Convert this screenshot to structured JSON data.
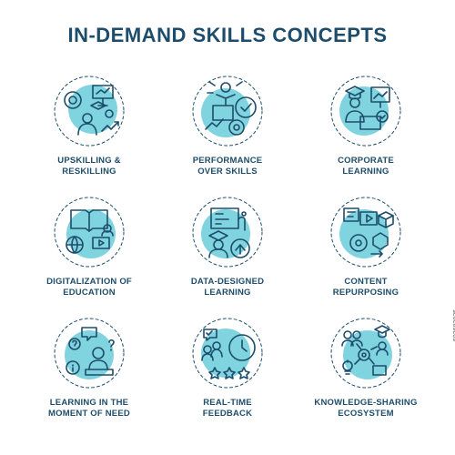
{
  "title": "IN-DEMAND SKILLS CONCEPTS",
  "stock_id": "503682825",
  "colors": {
    "accent": "#7fd4e0",
    "stroke": "#1d4d6a"
  },
  "icons": [
    {
      "name": "upskilling-reskilling-icon",
      "line1": "UPSKILLING &",
      "line2": "RESKILLING"
    },
    {
      "name": "performance-over-skills-icon",
      "line1": "PERFORMANCE",
      "line2": "OVER SKILLS"
    },
    {
      "name": "corporate-learning-icon",
      "line1": "CORPORATE",
      "line2": "LEARNING"
    },
    {
      "name": "digitalization-of-education-icon",
      "line1": "DIGITALIZATION OF",
      "line2": "EDUCATION"
    },
    {
      "name": "data-designed-learning-icon",
      "line1": "DATA-DESIGNED",
      "line2": "LEARNING"
    },
    {
      "name": "content-repurposing-icon",
      "line1": "CONTENT",
      "line2": "REPURPOSING"
    },
    {
      "name": "learning-in-moment-of-need-icon",
      "line1": "LEARNING IN THE",
      "line2": "MOMENT OF NEED"
    },
    {
      "name": "real-time-feedback-icon",
      "line1": "REAL-TIME",
      "line2": "FEEDBACK"
    },
    {
      "name": "knowledge-sharing-ecosystem-icon",
      "line1": "KNOWLEDGE-SHARING",
      "line2": "ECOSYSTEM"
    }
  ]
}
